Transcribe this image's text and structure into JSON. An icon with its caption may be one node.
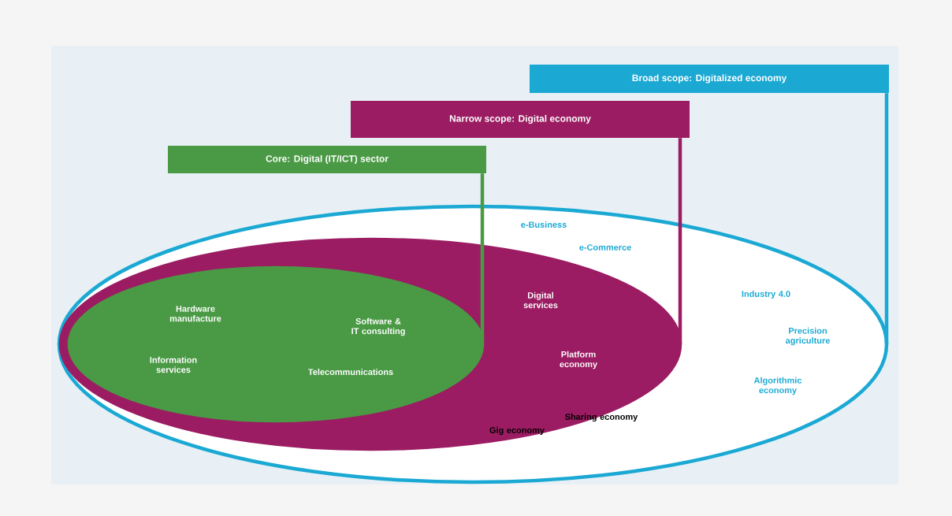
{
  "diagram": {
    "nodes": [
      {
        "text": [
          "e-Business",
          "e-Commerce",
          "Industry 4.0",
          "Precision agriculture",
          "Algorithmic economy"
        ]
      },
      {
        "text": [
          "Digital services",
          "Platform economy",
          "Sharing economy",
          "Gig economy"
        ],
        "in": 0
      },
      {
        "text": [
          "Hardware manufacture",
          "Software & IT consulting",
          "Information services",
          "Telecommunications"
        ],
        "in": 1
      },
      {
        "text": [
          "Broad scope: Digitalized economy"
        ]
      },
      {
        "text": [
          "Narrow scope: Digital economy"
        ]
      },
      {
        "text": [
          "Core: Digital (IT/ICT) sector"
        ]
      }
    ],
    "edges": [
      {
        "from": 3,
        "to": 0,
        "arrow": "none",
        "color": "#1ba9d4"
      },
      {
        "from": 4,
        "to": 1,
        "arrow": "none",
        "color": "#9b1c62"
      },
      {
        "from": 5,
        "to": 2,
        "arrow": "none",
        "color": "#4a9a45"
      }
    ]
  }
}
